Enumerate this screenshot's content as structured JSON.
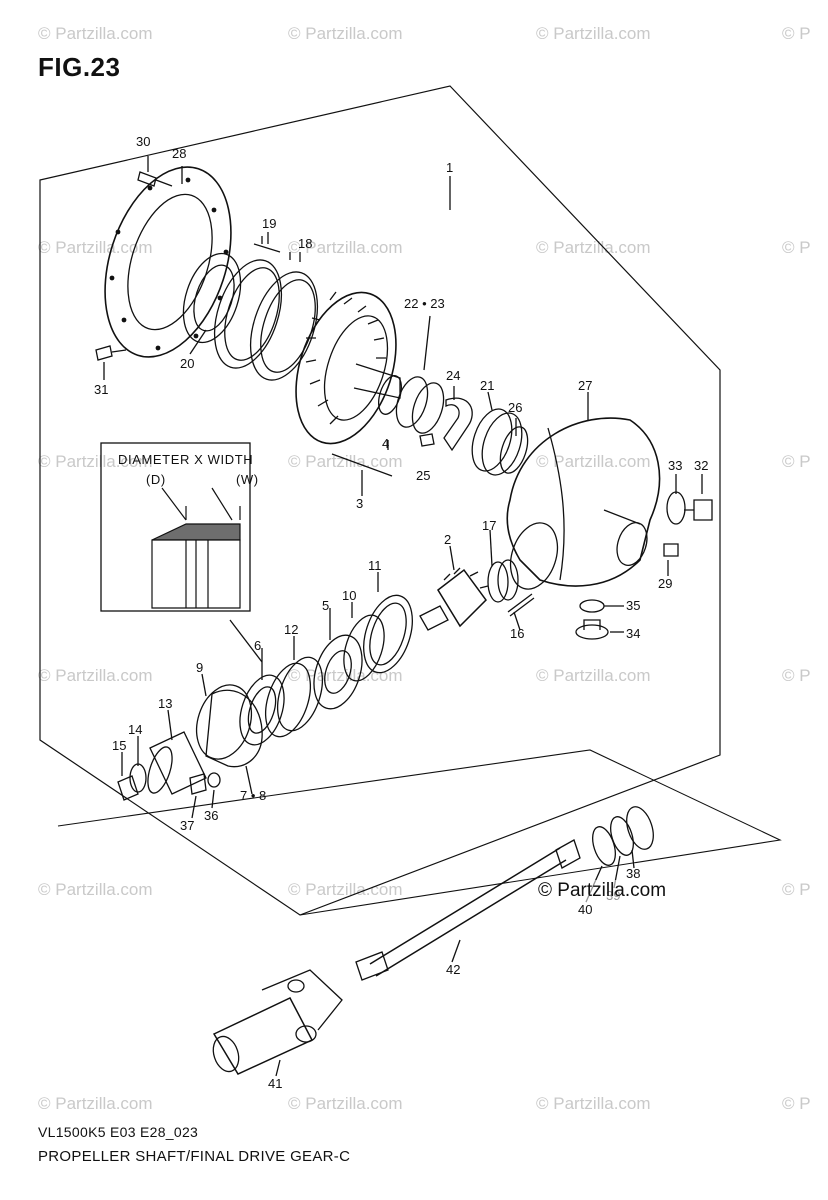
{
  "figure": {
    "title": "FIG.23",
    "model_code": "VL1500K5 E03 E28_023",
    "caption": "PROPELLER SHAFT/FINAL DRIVE GEAR-C"
  },
  "watermark": {
    "text": "© Partzilla.com",
    "edge_text": "© P",
    "color": "#c9c9c9"
  },
  "stamp": {
    "text": "© Partzilla.com"
  },
  "inset": {
    "heading": "DIAMETER  X  WIDTH",
    "d_label": "(D)",
    "w_label": "(W)"
  },
  "callouts": {
    "c1": "1",
    "c2": "2",
    "c3": "3",
    "c4": "4",
    "c5": "5",
    "c6": "6",
    "c7_8": "7 • 8",
    "c9": "9",
    "c10": "10",
    "c11": "11",
    "c12": "12",
    "c13": "13",
    "c14": "14",
    "c15": "15",
    "c16": "16",
    "c17": "17",
    "c18": "18",
    "c19": "19",
    "c20": "20",
    "c21": "21",
    "c22_23": "22 • 23",
    "c24": "24",
    "c25": "25",
    "c26": "26",
    "c27": "27",
    "c28": "28",
    "c29": "29",
    "c30": "30",
    "c31": "31",
    "c32": "32",
    "c33": "33",
    "c34": "34",
    "c35": "35",
    "c36": "36",
    "c37": "37",
    "c38": "38",
    "c39": "39",
    "c40": "40",
    "c41": "41",
    "c42": "42"
  }
}
